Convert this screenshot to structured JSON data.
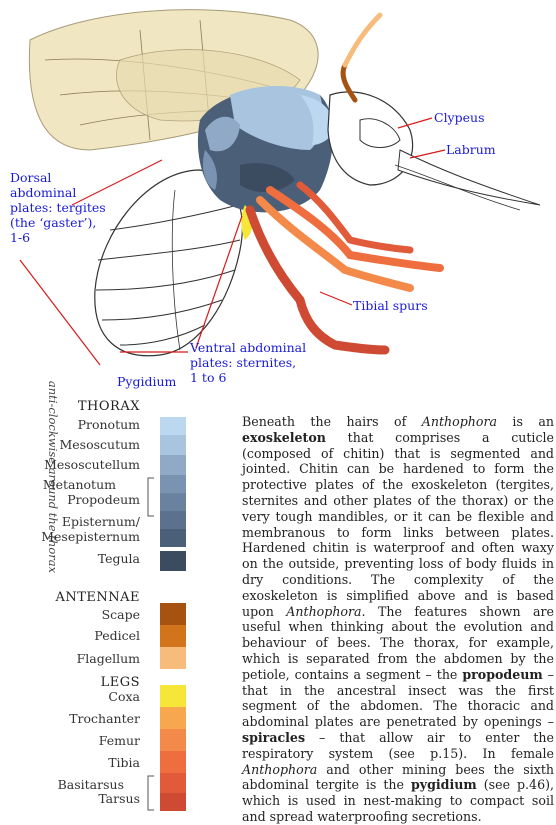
{
  "labels": {
    "clypeus": "Clypeus",
    "labrum": "Labrum",
    "dorsal": [
      "Dorsal",
      "abdominal",
      "plates: tergites",
      "(the ‘gaster’),",
      "1-6"
    ],
    "tibial_spurs": "Tibial spurs",
    "ventral": [
      "Ventral abdominal",
      "plates: sternites,",
      "1 to 6"
    ],
    "pygidium": "Pygidium"
  },
  "side_note": "anti-clockwise around the thorax",
  "key": {
    "thorax": {
      "heading": "THORAX",
      "items": [
        {
          "label": "Pronotum",
          "color": "#bcd8f0"
        },
        {
          "label": "Mesoscutum",
          "color": "#a8c4de"
        },
        {
          "label": "Mesoscutellum",
          "color": "#8fa9c6"
        },
        {
          "label": "Metanotum",
          "color": "#7a93b2"
        },
        {
          "label": "Propodeum",
          "color": "#6a819f"
        },
        {
          "label": "Episternum/",
          "color": "#5c718d"
        },
        {
          "label": "Mesepisternum",
          "color": "#4c5f78"
        },
        {
          "label": "Tegula",
          "color": "#3b4b60"
        }
      ]
    },
    "antennae": {
      "heading": "ANTENNAE",
      "items": [
        {
          "label": "Scape",
          "color": "#a65210"
        },
        {
          "label": "Pedicel",
          "color": "#d2741c"
        },
        {
          "label": "Flagellum",
          "color": "#f7bb7c"
        }
      ]
    },
    "legs": {
      "heading": "LEGS",
      "items": [
        {
          "label": "Coxa",
          "color": "#f7e63a"
        },
        {
          "label": "Trochanter",
          "color": "#f7a84e"
        },
        {
          "label": "Femur",
          "color": "#f48a4a"
        },
        {
          "label": "Tibia",
          "color": "#ee6e3f"
        },
        {
          "label": "Basitarsus",
          "color": "#e15a39"
        },
        {
          "label": "Tarsus",
          "color": "#cf4a33"
        }
      ]
    }
  },
  "paragraph": [
    {
      "t": "Beneath the hairs of "
    },
    {
      "t": "Anthophora",
      "s": "i"
    },
    {
      "t": " is an "
    },
    {
      "t": "exoskeleton",
      "s": "b"
    },
    {
      "t": " that comprises a cuticle (composed of chitin) that is segmented and jointed. Chitin can be hardened to form the protective plates of the exoskeleton (tergites, sternites and other plates of the thorax) or the very tough mandibles, or it can be flexible and membranous to form links between plates. Hardened chitin is waterproof and often waxy on the outside, preventing loss of body fluids in dry conditions. The complexity of the exoskeleton is simplified above and is based upon "
    },
    {
      "t": "Anthophora",
      "s": "i"
    },
    {
      "t": ". The features shown are useful when thinking about the evolution and behaviour of bees. The thorax, for example, which is separated from the abdomen by the petiole, contains a segment – the "
    },
    {
      "t": "propodeum",
      "s": "b"
    },
    {
      "t": " – that in the ancestral insect was the first segment of the abdomen. The thoracic and abdominal plates are penetrated by openings – "
    },
    {
      "t": "spiracles",
      "s": "b"
    },
    {
      "t": " – that allow air to enter the respiratory system (see p.15). In female "
    },
    {
      "t": "Anthophora",
      "s": "i"
    },
    {
      "t": " and other mining bees the sixth abdominal tergite is the "
    },
    {
      "t": "pygidium",
      "s": "b"
    },
    {
      "t": " (see p.46), which is used in nest-making to compact soil and spread waterproofing secretions."
    }
  ]
}
